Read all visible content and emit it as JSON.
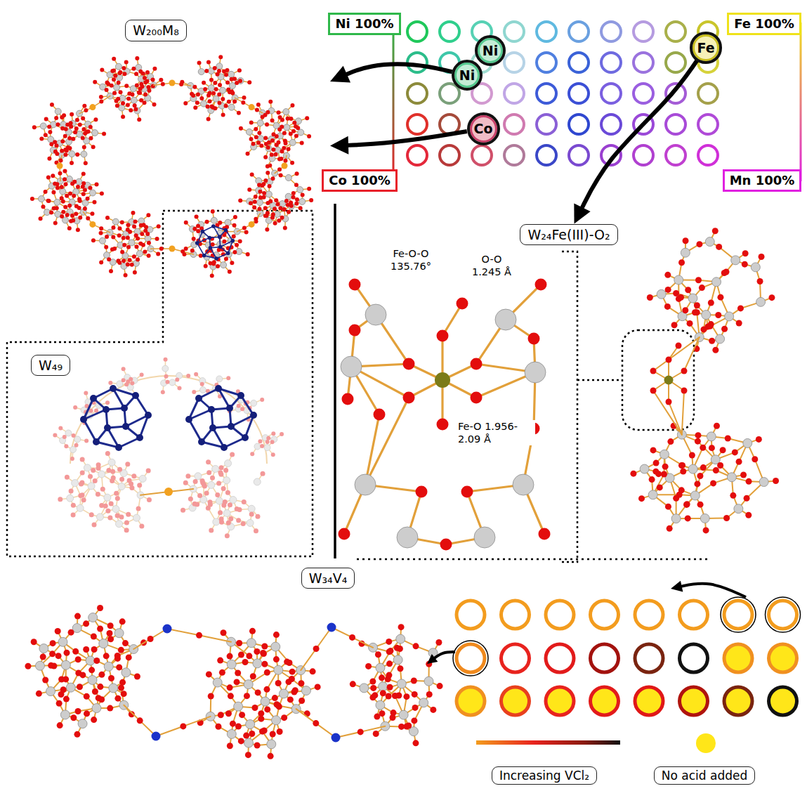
{
  "diagram": {
    "nodes": [
      {
        "text": [
          "W₂₀₀M₈"
        ]
      },
      {
        "text": [
          "Ni 100%"
        ]
      },
      {
        "text": [
          "Fe 100%"
        ]
      },
      {
        "text": [
          "Ni"
        ]
      },
      {
        "text": [
          "Fe"
        ]
      },
      {
        "text": [
          "Ni"
        ]
      },
      {
        "text": [
          "Co"
        ]
      },
      {
        "text": [
          "Co 100%"
        ]
      },
      {
        "text": [
          "Mn 100%"
        ]
      },
      {
        "text": [
          "W₂₄Fe(III)-O₂"
        ]
      },
      {
        "text": [
          "W₄₉"
        ]
      },
      {
        "text": [
          "W₃₄V₄"
        ]
      }
    ],
    "edges": [
      {
        "from": 5,
        "to": 0,
        "arrow": "to"
      },
      {
        "from": 6,
        "to": 0,
        "arrow": "to"
      },
      {
        "from": 4,
        "to": 9,
        "arrow": "to"
      }
    ],
    "labels": [
      "Fe-O-O 135.76°",
      "O-O 1.245 Å",
      "Fe-O 1.956- 2.09 Å"
    ],
    "legend": [
      {
        "text": "Increasing VCl₂"
      },
      {
        "text": "No acid added",
        "color": "#ffe619"
      }
    ]
  }
}
